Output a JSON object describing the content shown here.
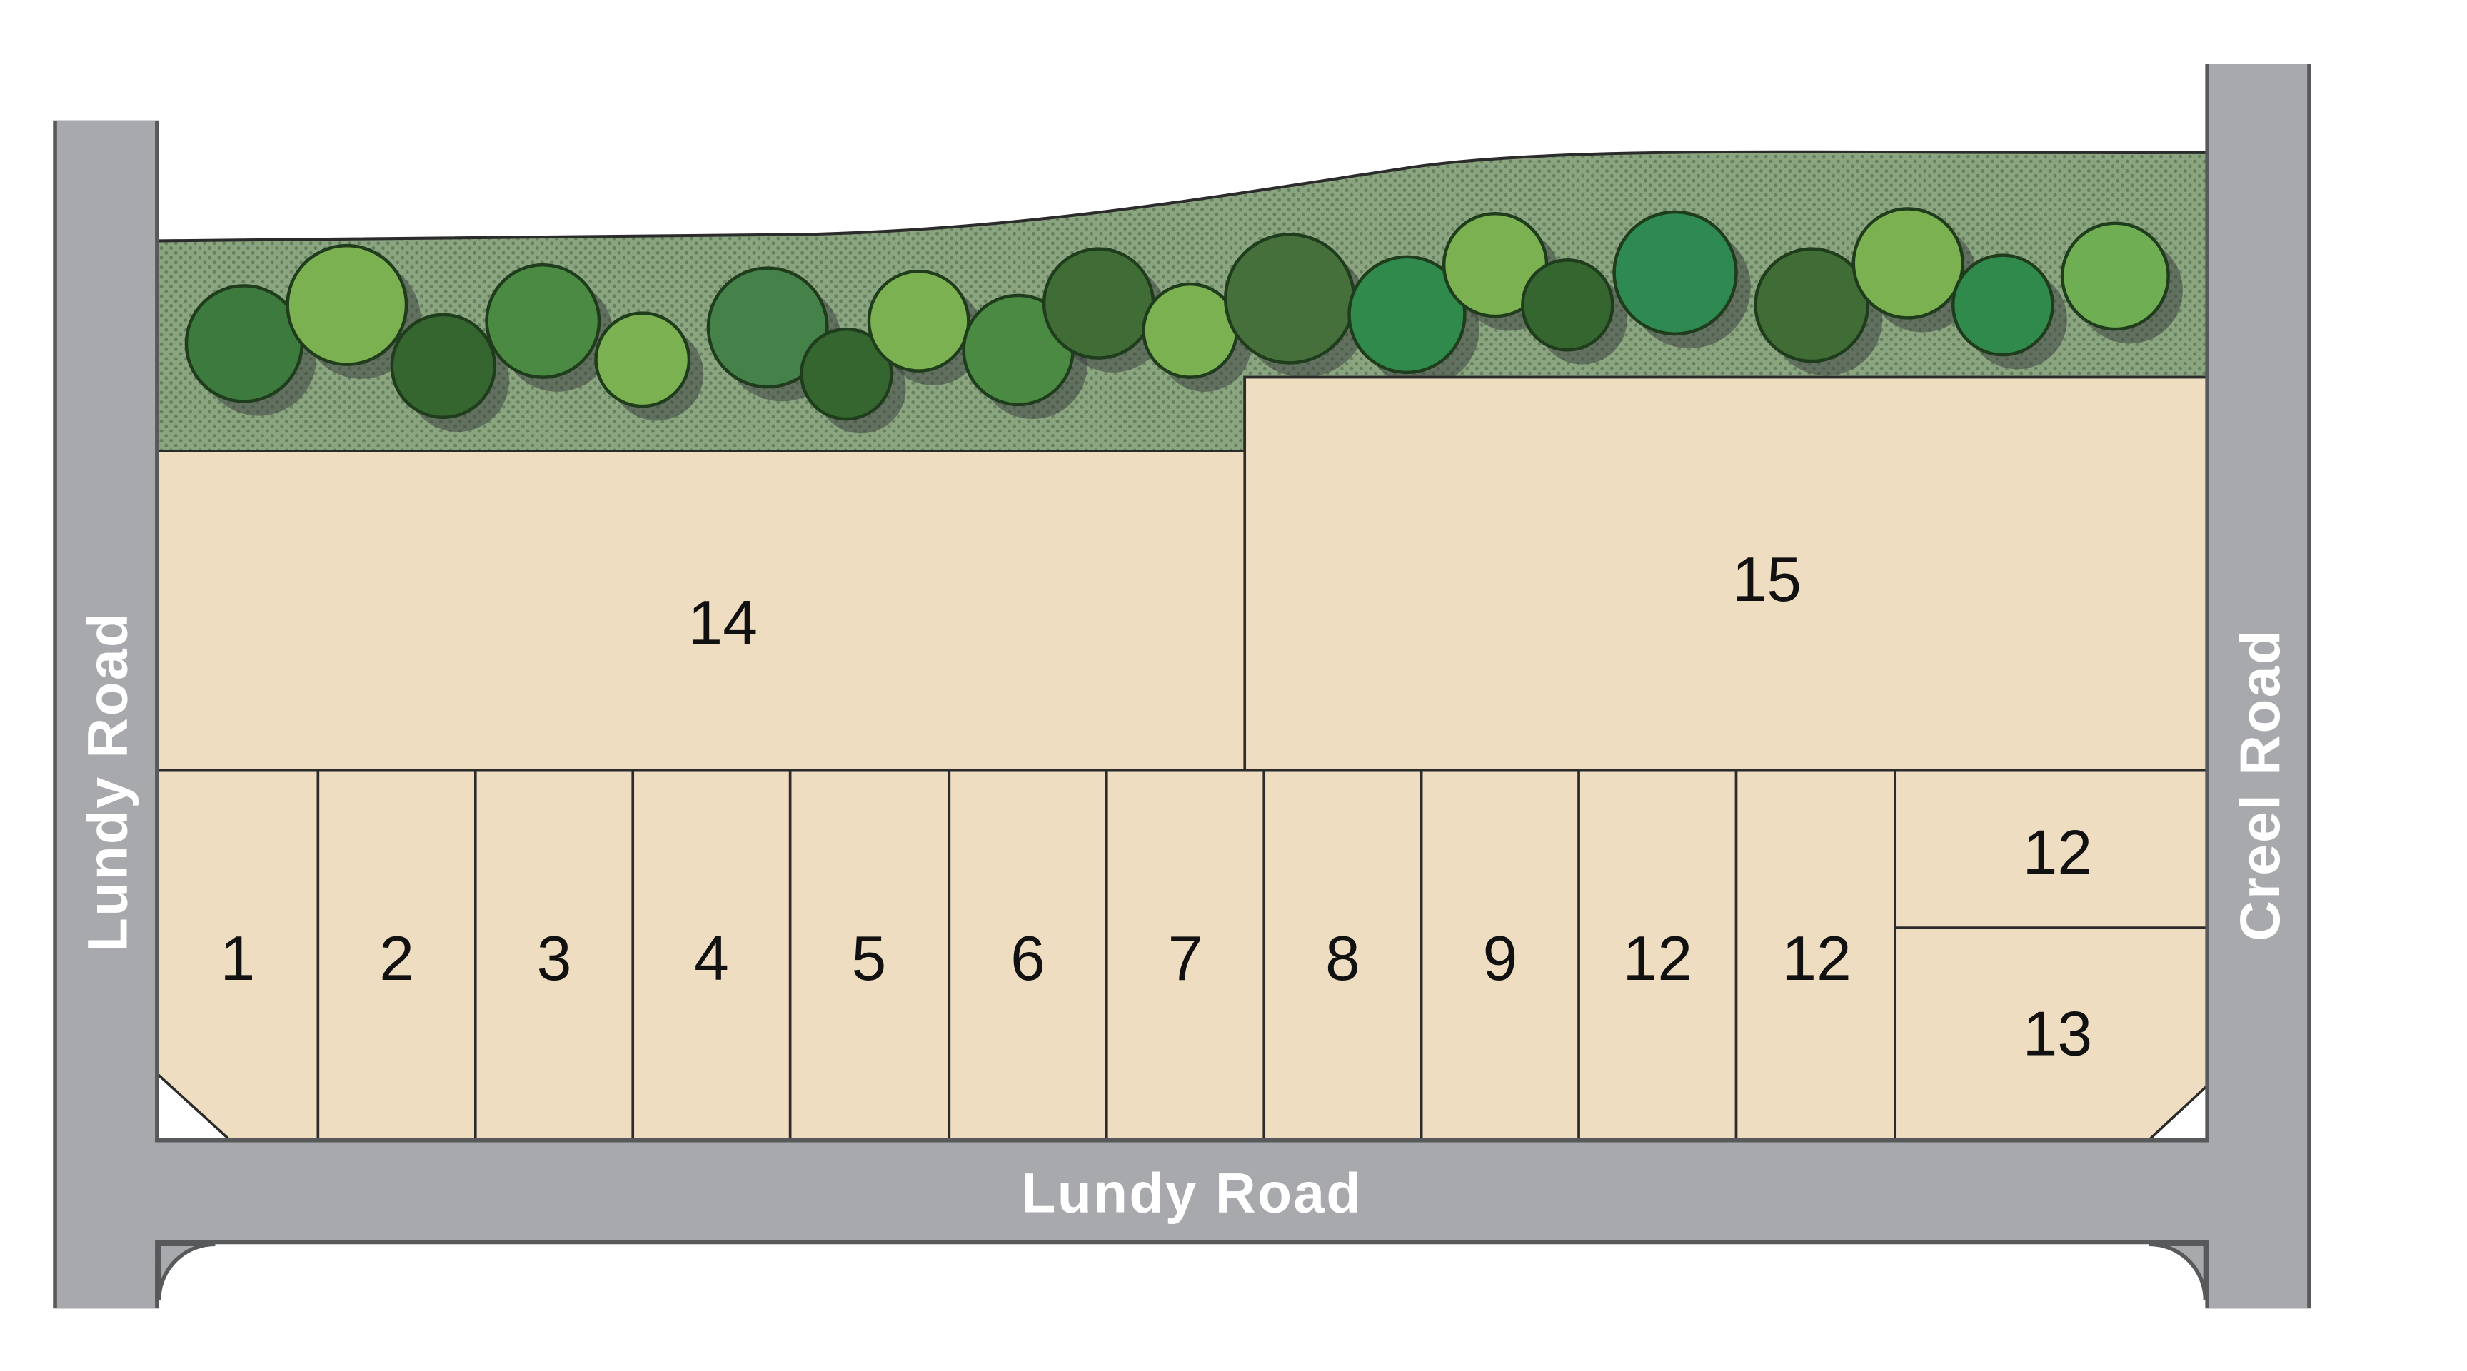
{
  "plan": {
    "colors": {
      "road_fill": "#a7a9ac",
      "road_edge": "#58595b",
      "road_label": "#ffffff",
      "lot_fill": "#eeddc1",
      "lot_outline": "#2b2b2b",
      "buffer_fill": "#8ba580",
      "buffer_dot": "#64805c",
      "lot_label": "#111111"
    },
    "roads": [
      {
        "name": "Lundy Road",
        "position": "left-vertical"
      },
      {
        "name": "Lundy Road",
        "position": "bottom-horizontal"
      },
      {
        "name": "Creel Road",
        "position": "right-vertical"
      }
    ],
    "lots": [
      {
        "label": "1"
      },
      {
        "label": "2"
      },
      {
        "label": "3"
      },
      {
        "label": "4"
      },
      {
        "label": "5"
      },
      {
        "label": "6"
      },
      {
        "label": "7"
      },
      {
        "label": "8"
      },
      {
        "label": "9"
      },
      {
        "label": "12"
      },
      {
        "label": "12"
      },
      {
        "label": "12"
      },
      {
        "label": "13"
      },
      {
        "label": "14"
      },
      {
        "label": "15"
      }
    ],
    "landscape_buffer": {
      "tree_count": 20
    }
  }
}
